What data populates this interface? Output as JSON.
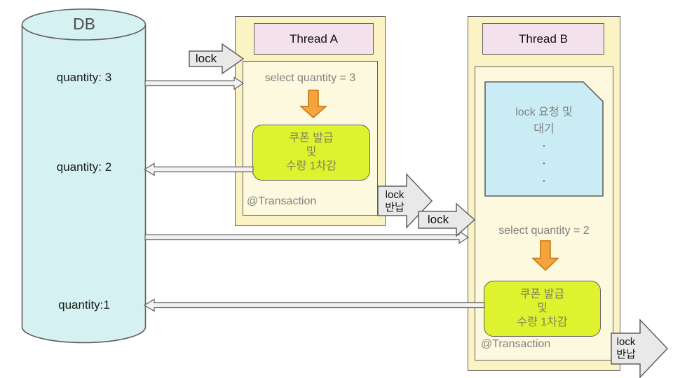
{
  "db": {
    "label": "DB",
    "rows": [
      "quantity: 3",
      "quantity: 2",
      "quantity:1"
    ]
  },
  "thread_a": {
    "title": "Thread A",
    "select_query": "select quantity = 3",
    "action_lines": [
      "쿠폰 발급",
      "및",
      "수량 1차감"
    ],
    "transaction_label": "@Transaction"
  },
  "thread_b": {
    "title": "Thread B",
    "wait_note": {
      "lines": [
        "lock 요청 및",
        "대기"
      ],
      "dots": [
        "·",
        "·",
        "·"
      ]
    },
    "select_query": "select quantity = 2",
    "action_lines": [
      "쿠폰 발급",
      "및",
      "수량 1차감"
    ],
    "transaction_label": "@Transaction"
  },
  "lock_arrows": {
    "acquire_a": "lock",
    "release_a": [
      "lock",
      "반납"
    ],
    "acquire_b": "lock",
    "release_b": [
      "lock",
      "반납"
    ]
  },
  "colors": {
    "db_fill": "#d5f1f1",
    "note_fill": "#c9ecf5",
    "thread_outer_fill": "#fcf3c5",
    "thread_inner_fill": "#fdf9de",
    "header_fill": "#f3e2eb",
    "action_fill": "#def32e",
    "flow_arrow_orange": "#f5a33c",
    "lock_arrow_fill": "#e9e9e9",
    "border": "#616161"
  }
}
